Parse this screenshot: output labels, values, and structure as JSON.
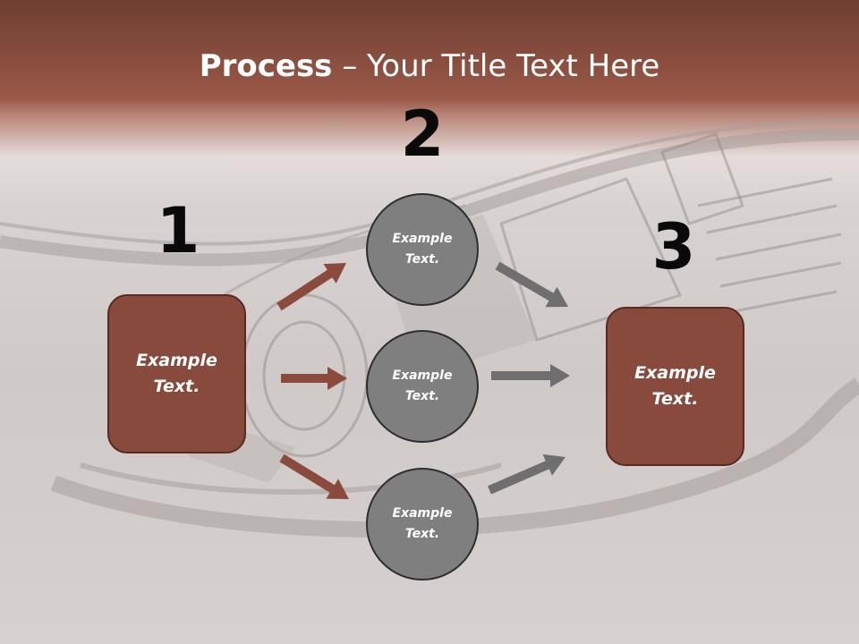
{
  "slide": {
    "title_bold": "Process",
    "title_rest": " – Your Title Text Here"
  },
  "steps": {
    "one": {
      "number": "1",
      "text": "Example\nText."
    },
    "two": {
      "number": "2",
      "circles": [
        {
          "text": "Example\nText."
        },
        {
          "text": "Example\nText."
        },
        {
          "text": "Example\nText."
        }
      ]
    },
    "three": {
      "number": "3",
      "text": "Example\nText."
    }
  },
  "colors": {
    "box_fill": "#874a3d",
    "circle_fill": "#7f7f7f",
    "left_arrow": "#8a4a3c",
    "right_arrow": "#6f6f6f"
  }
}
